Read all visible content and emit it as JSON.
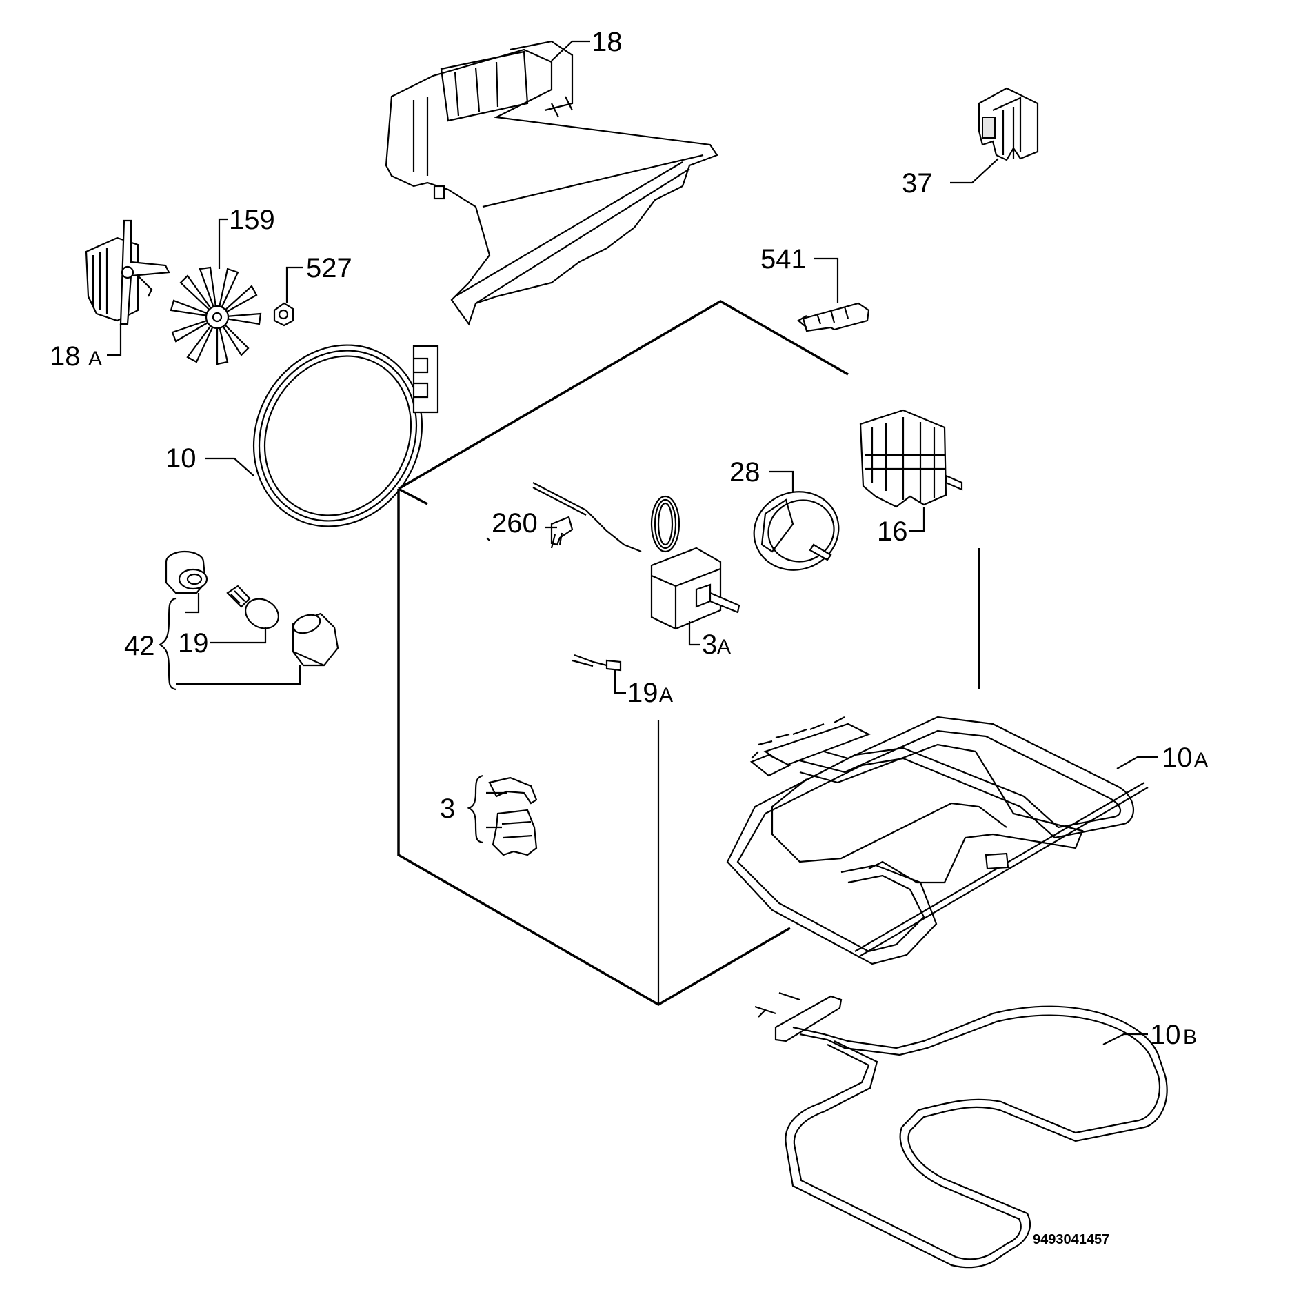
{
  "labels": {
    "p18": "18",
    "p37": "37",
    "p159": "159",
    "p527": "527",
    "p18a_num": "18",
    "p18a_suf": "A",
    "p541": "541",
    "p10": "10",
    "p28": "28",
    "p16": "16",
    "p260": "260",
    "p3a_num": "3",
    "p3a_suf": "A",
    "p42": "42",
    "p19": "19",
    "p19a_num": "19",
    "p19a_suf": "A",
    "p10a_num": "10",
    "p10a_suf": "A",
    "p3": "3",
    "p10b_num": "10",
    "p10b_suf": "B"
  },
  "drawing_code": "9493041457"
}
